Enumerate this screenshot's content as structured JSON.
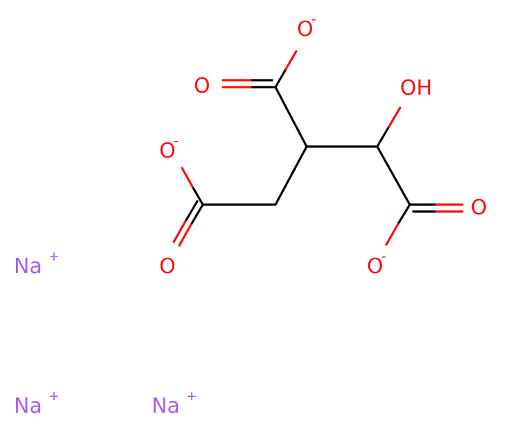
{
  "colors": {
    "oxygen": "#ff0d0d",
    "sodium": "#ab5cf2",
    "bond": "#000000",
    "background": "#ffffff"
  },
  "atoms": {
    "o_top_anion": "O",
    "o_top_anion_charge": "-",
    "o_top_carbonyl": "O",
    "oh_group": "OH",
    "o_left_anion": "O",
    "o_left_anion_charge": "-",
    "o_left_carbonyl": "O",
    "o_right_carbonyl": "O",
    "o_right_anion": "O",
    "o_right_anion_charge": "-"
  },
  "counterions": [
    {
      "symbol": "Na",
      "charge": "+"
    },
    {
      "symbol": "Na",
      "charge": "+"
    },
    {
      "symbol": "Na",
      "charge": "+"
    }
  ]
}
